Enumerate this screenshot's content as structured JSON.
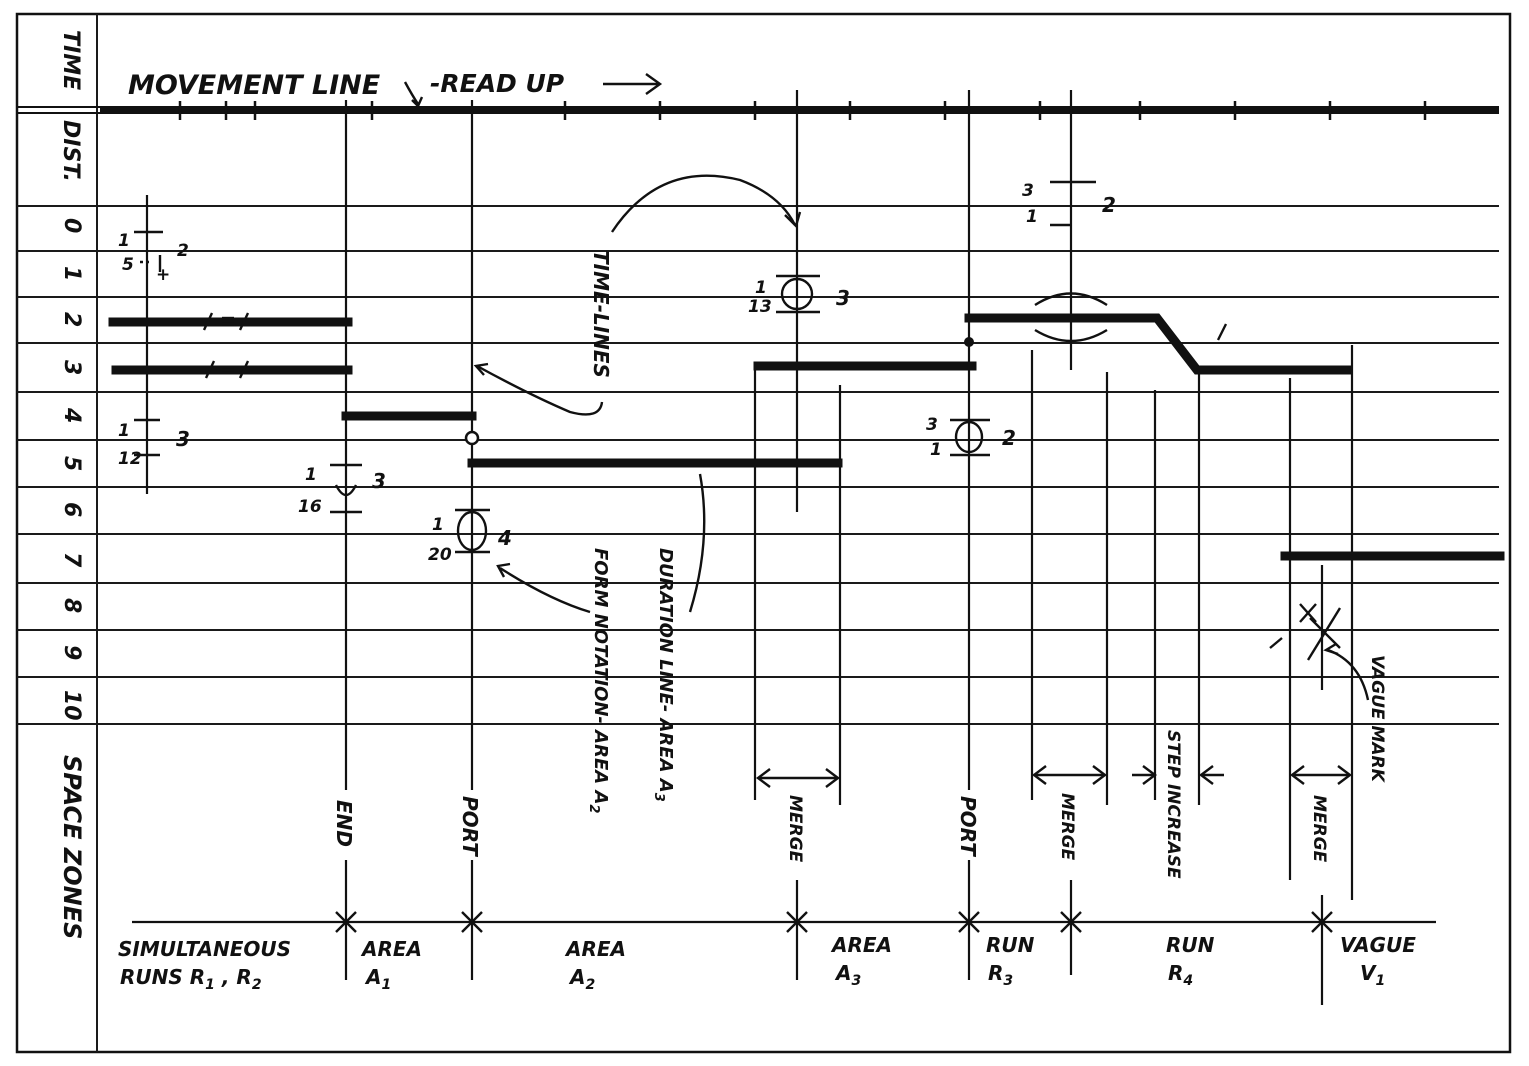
{
  "header": {
    "movement_line": "MOVEMENT LINE",
    "read_up": "-READ UP"
  },
  "left_axis": {
    "time": "TIME",
    "dist": "DIST.",
    "rows": [
      "0",
      "1",
      "2",
      "3",
      "4",
      "5",
      "6",
      "7",
      "8",
      "9",
      "10"
    ],
    "space_zones": "SPACE ZONES"
  },
  "annotations": {
    "time_lines": "TIME-LINES",
    "form_notation": "FORM NOTATION- AREA A",
    "form_notation_sub": "2",
    "duration_line": "DURATION LINE- AREA A",
    "duration_line_sub": "3",
    "vague_mark": "VAGUE MARK"
  },
  "markers": [
    "END",
    "PORT",
    "MERGE",
    "PORT",
    "MERGE",
    "STEP INCREASE",
    "MERGE"
  ],
  "bottom_labels": [
    {
      "line1": "SIMULTANEOUS",
      "line2": "RUNS R",
      "sub1": "1",
      "sep": " , R",
      "sub2": "2"
    },
    {
      "line1": "AREA",
      "line2": "A",
      "sub": "1"
    },
    {
      "line1": "AREA",
      "line2": "A",
      "sub": "2"
    },
    {
      "line1": "AREA",
      "line2": "A",
      "sub": "3"
    },
    {
      "line1": "RUN",
      "line2": "R",
      "sub": "3"
    },
    {
      "line1": "RUN",
      "line2": "R",
      "sub": "4"
    },
    {
      "line1": "VAGUE",
      "line2": "V",
      "sub": "1"
    }
  ],
  "form_notations": [
    {
      "top": "1",
      "side_top": "2",
      "mid": "1",
      "bottom": "5",
      "note": "+"
    },
    {
      "top": "1",
      "bottom": "12",
      "side": "3"
    },
    {
      "top": "1",
      "bottom": "16",
      "side": "3"
    },
    {
      "top": "1",
      "bottom": "20",
      "side": "4"
    },
    {
      "top": "1",
      "bottom": "13",
      "side": "3"
    },
    {
      "top": "3",
      "bottom": "1",
      "side": "2"
    },
    {
      "top": "3",
      "bottom": "1",
      "side": "2"
    }
  ]
}
